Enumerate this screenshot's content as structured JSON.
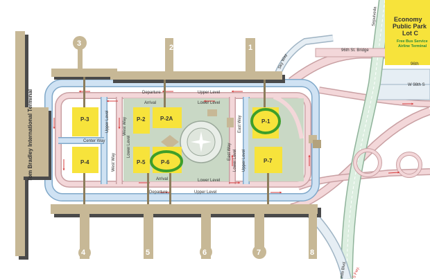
{
  "terminals": {
    "tbit": "Tom Bradley International Terminal",
    "t1": "1",
    "t2": "2",
    "t3": "3",
    "t4": "4",
    "t5": "5",
    "t6": "6",
    "t7": "7",
    "t8": "8"
  },
  "lots": {
    "p1": "P-1",
    "p2": "P-2",
    "p2a": "P-2A",
    "p3": "P-3",
    "p4": "P-4",
    "p5": "P-5",
    "p6": "P-6",
    "p7": "P-7"
  },
  "roads": {
    "departure_top": "Departure",
    "upper_level_top": "Upper Level",
    "arrival_top": "Arrival",
    "lower_level_top": "Lower Level",
    "departure_bottom": "Departure",
    "upper_level_bottom": "Upper Level",
    "arrival_bottom": "Arrival",
    "lower_level_bottom": "Lower Level",
    "center_way": "Center Way",
    "sky_way": "Sky Way",
    "bridge_96th": "96th St. Bridge",
    "w98th": "W 98th S",
    "st96": "96th",
    "sepulveda_top": "Sepulveda",
    "sepulveda_bottom": "eda Blvd.",
    "fwy": "5 Fwy.",
    "west_way_1": "West Way",
    "west_way_2": "West Way",
    "upper_level_v1": "Upper Level",
    "lower_level_v1": "Lower Level",
    "east_way_1": "East Way",
    "east_way_2": "East Way",
    "upper_level_v2": "Upper Level",
    "lower_level_v2": "Lower Level"
  },
  "economy_lot": {
    "line1": "Economy",
    "line2": "Public Park",
    "line3": "Lot C",
    "shuttle1": "Free Bus Service",
    "shuttle2": "Airline Terminal"
  },
  "colors": {
    "terminal": "#c7b896",
    "terminal_shadow": "#4a4a4a",
    "lot_yellow": "#f7e33b",
    "highlight_ring": "#3d9e2a",
    "departure_road": "#cfe2f3",
    "departure_road_edge": "#7fa8c9",
    "arrival_road": "#f3d7d9",
    "arrival_road_edge": "#c9a0a3",
    "freeway": "#dceee0",
    "plaza": "#c9d8c5",
    "arrow": "#d63a3a"
  },
  "highlighted_lots": [
    "P-1",
    "P-6"
  ]
}
